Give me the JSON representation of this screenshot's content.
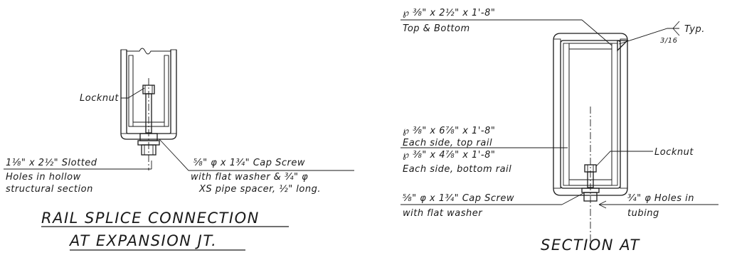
{
  "left_detail": {
    "locknut_label": "Locknut",
    "slot_label_1": "1⅛\" x 2½\" Slotted",
    "slot_label_2": "Holes in hollow",
    "slot_label_3": "structural section",
    "screw_label_1": "⅝\" φ x 1¾\" Cap Screw",
    "screw_label_2": "with flat washer & ¾\" φ",
    "screw_label_3": "XS pipe spacer, ½\" long.",
    "title_line_1": "RAIL SPLICE CONNECTION",
    "title_line_2": "AT EXPANSION JT."
  },
  "right_detail": {
    "plate_top_1": "℘ ⅜\" x 2½\" x 1'-8\"",
    "plate_top_2": "Top & Bottom",
    "weld_size": "3/16",
    "weld_note": "Typ.",
    "plate_side_top_1": "℘ ⅜\" x 6⅞\" x 1'-8\"",
    "plate_side_top_2": "Each side, top rail",
    "plate_side_bot_1": "℘ ⅜\" x 4⅞\" x 1'-8\"",
    "plate_side_bot_2": "Each side, bottom rail",
    "locknut_label": "Locknut",
    "screw_label_1": "⅝\" φ x 1¾\" Cap Screw",
    "screw_label_2": "with flat washer",
    "holes_label_1": "¾\" φ Holes in",
    "holes_label_2": "tubing",
    "title_line_1": "SECTION AT"
  }
}
